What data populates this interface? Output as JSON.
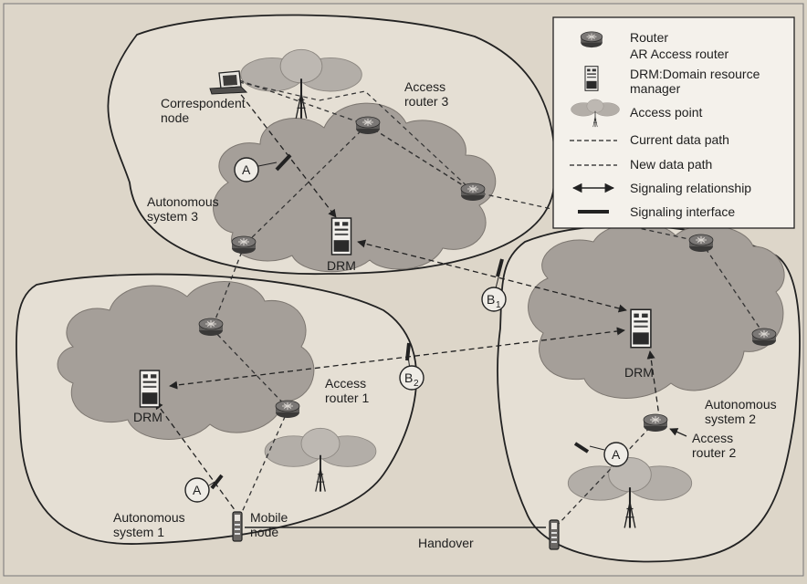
{
  "legend": {
    "router": "Router",
    "access_router": "AR Access router",
    "drm_line1": "DRM:Domain resource",
    "drm_line2": "manager",
    "access_point": "Access point",
    "current_path": "Current data path",
    "new_path": "New data path",
    "signaling_relationship": "Signaling relationship",
    "signaling_interface": "Signaling interface"
  },
  "labels": {
    "correspondent_node_1": "Correspondent",
    "correspondent_node_2": "node",
    "access_router_3_1": "Access",
    "access_router_3_2": "router 3",
    "autonomous_system_3_1": "Autonomous",
    "autonomous_system_3_2": "system 3",
    "drm_3": "DRM",
    "drm_1": "DRM",
    "drm_2": "DRM",
    "access_router_1_1": "Access",
    "access_router_1_2": "router 1",
    "autonomous_system_1_1": "Autonomous",
    "autonomous_system_1_2": "system 1",
    "mobile_node_1": "Mobile",
    "mobile_node_2": "node",
    "autonomous_system_2_1": "Autonomous",
    "autonomous_system_2_2": "system 2",
    "access_router_2_1": "Access",
    "access_router_2_2": "router 2",
    "handover": "Handover",
    "a": "A",
    "b": "B",
    "b1_sub": "1",
    "b2_sub": "2"
  },
  "colors": {
    "background": "#d9d2c4",
    "domain_fill": "#e3ddd1",
    "cloud_fill": "#a6a09a",
    "router_fill": "#6c6a68",
    "legend_bg": "#f3f0ea"
  }
}
